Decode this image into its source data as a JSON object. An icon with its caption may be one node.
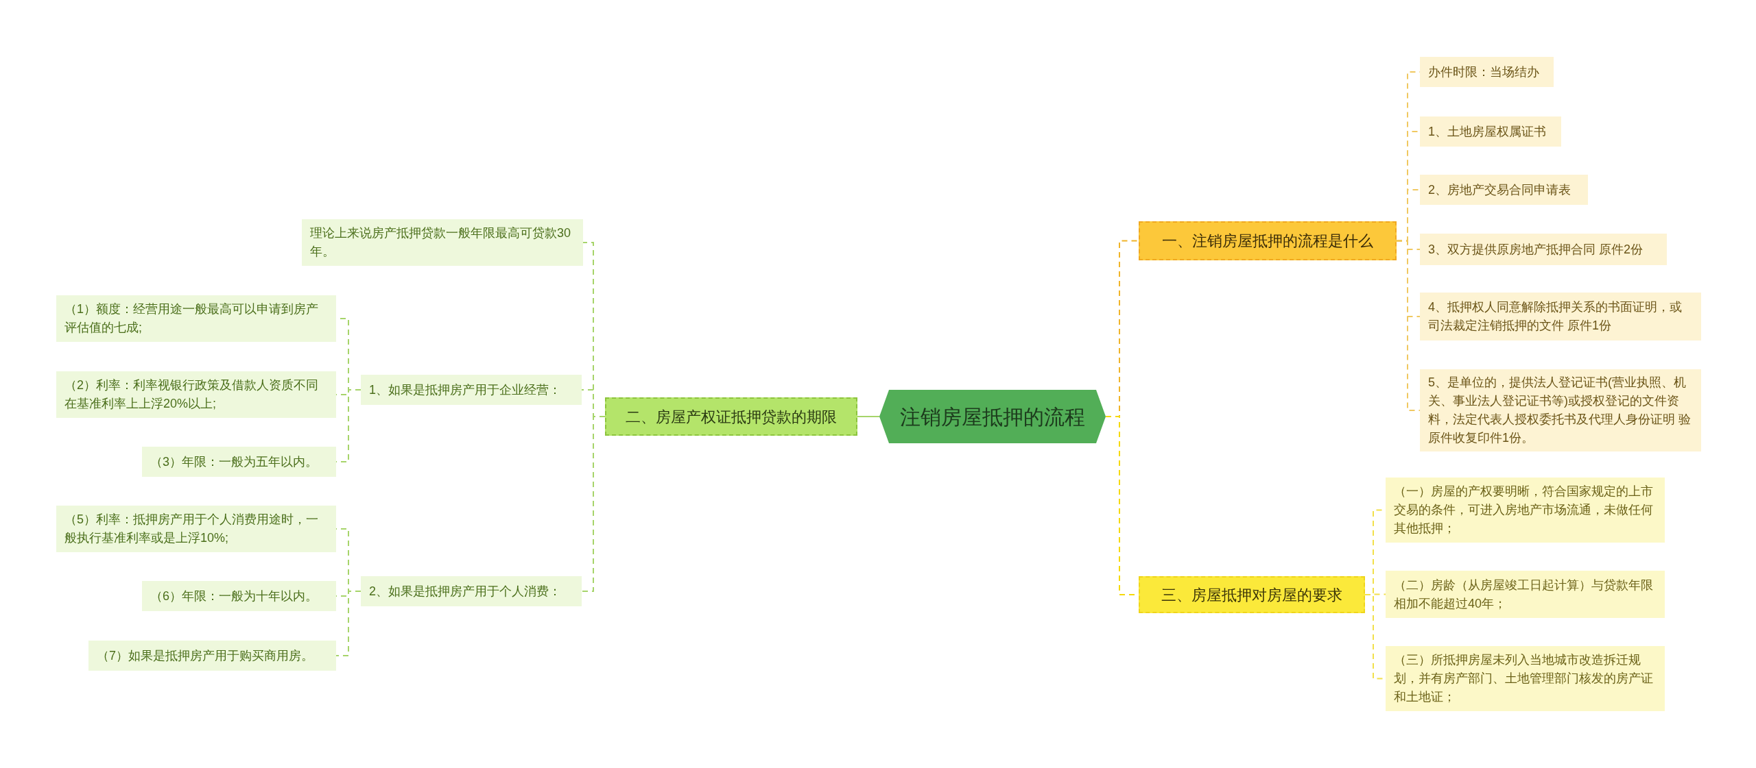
{
  "diagram": {
    "nodes": [
      {
        "text": [
          "注销房屋抵押的流程"
        ]
      },
      {
        "text": [
          "二、房屋产权证抵押贷款的期限"
        ]
      },
      {
        "text": [
          "理论上来说房产抵押贷款一般年限最高可贷款30年。"
        ]
      },
      {
        "text": [
          "1、如果是抵押房产用于企业经营："
        ]
      },
      {
        "text": [
          "（1）额度：经营用途一般最高可以申请到房产评估值的七成;"
        ]
      },
      {
        "text": [
          "（2）利率：利率视银行政策及借款人资质不同在基准利率上上浮20%以上;"
        ]
      },
      {
        "text": [
          "（3）年限：一般为五年以内。"
        ]
      },
      {
        "text": [
          "2、如果是抵押房产用于个人消费："
        ]
      },
      {
        "text": [
          "（5）利率：抵押房产用于个人消费用途时，一般执行基准利率或是上浮10%;"
        ]
      },
      {
        "text": [
          "（6）年限：一般为十年以内。"
        ]
      },
      {
        "text": [
          "（7）如果是抵押房产用于购买商用房。"
        ]
      },
      {
        "text": [
          "一、注销房屋抵押的流程是什么"
        ]
      },
      {
        "text": [
          "办件时限：当场结办"
        ]
      },
      {
        "text": [
          "1、土地房屋权属证书"
        ]
      },
      {
        "text": [
          "2、房地产交易合同申请表"
        ]
      },
      {
        "text": [
          "3、双方提供原房地产抵押合同 原件2份"
        ]
      },
      {
        "text": [
          "4、抵押权人同意解除抵押关系的书面证明，或司法裁定注销抵押的文件 原件1份"
        ]
      },
      {
        "text": [
          "5、是单位的，提供法人登记证书(营业执照、机关、事业法人登记证书等)或授权登记的文件资料，法定代表人授权委托书及代理人身份证明 验原件收复印件1份。"
        ]
      },
      {
        "text": [
          "三、房屋抵押对房屋的要求"
        ]
      },
      {
        "text": [
          "（一）房屋的产权要明晰，符合国家规定的上市交易的条件，可进入房地产市场流通，未做任何其他抵押；"
        ]
      },
      {
        "text": [
          "（二）房龄（从房屋竣工日起计算）与贷款年限相加不能超过40年；"
        ]
      },
      {
        "text": [
          "（三）所抵押房屋未列入当地城市改造拆迁规划，并有房产部门、土地管理部门核发的房产证和土地证；"
        ]
      }
    ],
    "edges": [
      {
        "from": 0,
        "to": 1,
        "arrow": "none"
      },
      {
        "from": 1,
        "to": 2,
        "arrow": "none",
        "style": "dashed"
      },
      {
        "from": 1,
        "to": 3,
        "arrow": "none",
        "style": "dashed"
      },
      {
        "from": 3,
        "to": 4,
        "arrow": "none",
        "style": "dashed"
      },
      {
        "from": 3,
        "to": 5,
        "arrow": "none",
        "style": "dashed"
      },
      {
        "from": 3,
        "to": 6,
        "arrow": "none",
        "style": "dashed"
      },
      {
        "from": 1,
        "to": 7,
        "arrow": "none",
        "style": "dashed"
      },
      {
        "from": 7,
        "to": 8,
        "arrow": "none",
        "style": "dashed"
      },
      {
        "from": 7,
        "to": 9,
        "arrow": "none",
        "style": "dashed"
      },
      {
        "from": 7,
        "to": 10,
        "arrow": "none",
        "style": "dashed"
      },
      {
        "from": 0,
        "to": 11,
        "arrow": "none",
        "style": "dashed",
        "color": "#f0b429"
      },
      {
        "from": 11,
        "to": 12,
        "arrow": "none",
        "style": "dashed",
        "color": "#f0c860"
      },
      {
        "from": 11,
        "to": 13,
        "arrow": "none",
        "style": "dashed",
        "color": "#f0c860"
      },
      {
        "from": 11,
        "to": 14,
        "arrow": "none",
        "style": "dashed",
        "color": "#f0c860"
      },
      {
        "from": 11,
        "to": 15,
        "arrow": "none",
        "style": "dashed",
        "color": "#f0c860"
      },
      {
        "from": 11,
        "to": 16,
        "arrow": "none",
        "style": "dashed",
        "color": "#f0c860"
      },
      {
        "from": 11,
        "to": 17,
        "arrow": "none",
        "style": "dashed",
        "color": "#f0c860"
      },
      {
        "from": 0,
        "to": 18,
        "arrow": "none",
        "style": "dashed",
        "color": "#f5d90a"
      },
      {
        "from": 18,
        "to": 19,
        "arrow": "none",
        "style": "dashed",
        "color": "#f2e04a"
      },
      {
        "from": 18,
        "to": 20,
        "arrow": "none",
        "style": "dashed",
        "color": "#f2e04a"
      },
      {
        "from": 18,
        "to": 21,
        "arrow": "none",
        "style": "dashed",
        "color": "#f2e04a"
      }
    ]
  }
}
